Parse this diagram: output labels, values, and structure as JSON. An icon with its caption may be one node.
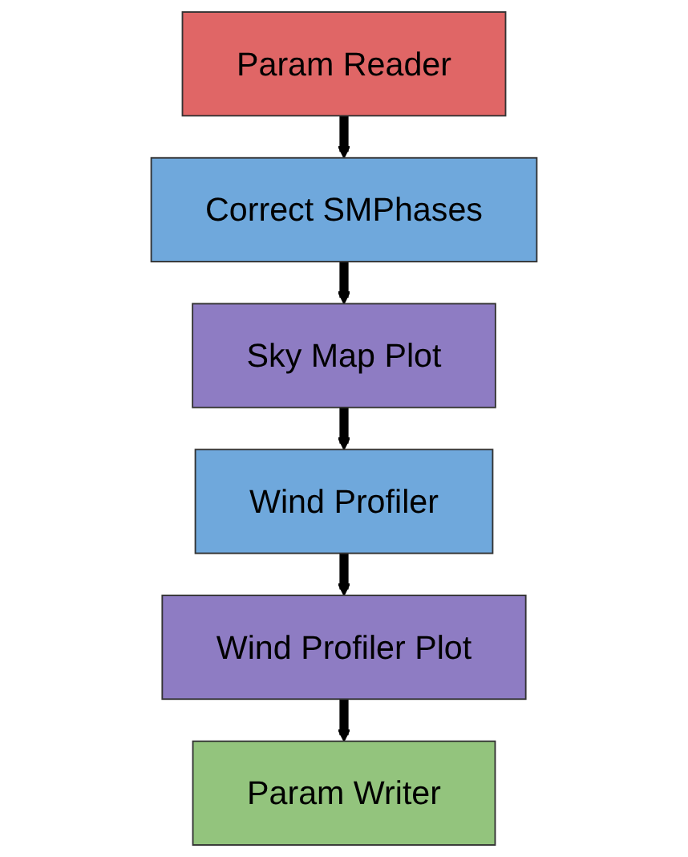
{
  "diagram": {
    "nodes": [
      {
        "text": [
          "Param Reader"
        ]
      },
      {
        "text": [
          "Correct SMPhases"
        ]
      },
      {
        "text": [
          "Sky Map Plot"
        ]
      },
      {
        "text": [
          "Wind Profiler"
        ]
      },
      {
        "text": [
          "Wind Profiler Plot"
        ]
      },
      {
        "text": [
          "Param Writer"
        ]
      }
    ],
    "edges": [
      {
        "from": 0,
        "to": 1,
        "arrow": "to"
      },
      {
        "from": 1,
        "to": 2,
        "arrow": "to"
      },
      {
        "from": 2,
        "to": 3,
        "arrow": "to"
      },
      {
        "from": 3,
        "to": 4,
        "arrow": "to"
      },
      {
        "from": 4,
        "to": 5,
        "arrow": "to"
      }
    ]
  }
}
